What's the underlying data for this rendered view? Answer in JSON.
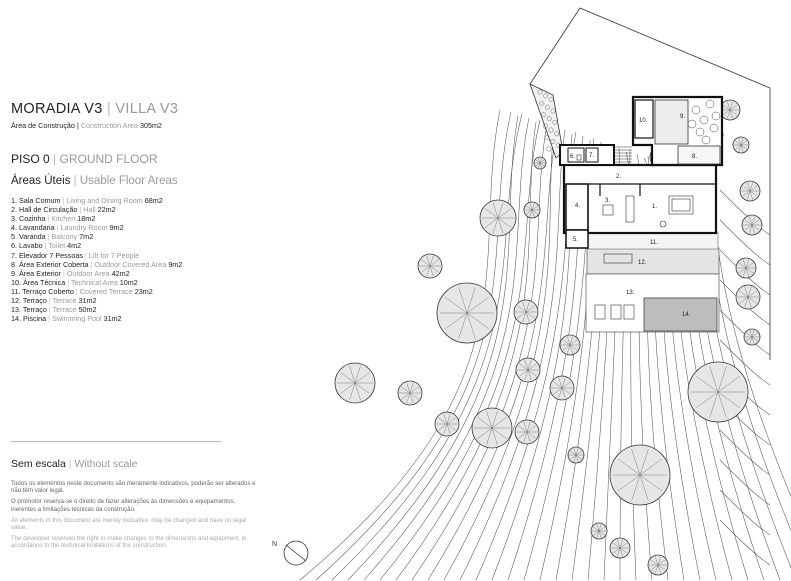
{
  "header": {
    "title_pt": "MORADIA V3",
    "title_en": "VILLA V3",
    "area_pt": "Área de Construção",
    "area_en": "Construction Area",
    "area_value": "305m2"
  },
  "floor": {
    "name_pt": "PISO 0",
    "name_en": "GROUND FLOOR"
  },
  "usable": {
    "heading_pt": "Áreas Úteis",
    "heading_en": "Usable Floor Areas"
  },
  "rooms": [
    {
      "num": "1.",
      "pt": "Sala Comum",
      "en": "Living and Dining Room",
      "area": "68m2"
    },
    {
      "num": "2.",
      "pt": "Hall de Circulação",
      "en": "Hall",
      "area": "22m2"
    },
    {
      "num": "3.",
      "pt": "Cozinha",
      "en": "Kitchen",
      "area": "18m2"
    },
    {
      "num": "4.",
      "pt": "Lavandaria",
      "en": "Laundry Room",
      "area": "9m2"
    },
    {
      "num": "5.",
      "pt": "Varanda",
      "en": "Balcony",
      "area": "7m2"
    },
    {
      "num": "6.",
      "pt": "Lavabo",
      "en": "Toilet",
      "area": "4m2"
    },
    {
      "num": "7.",
      "pt": "Elevador 7 Pessoas",
      "en": "Lift for 7 People",
      "area": ""
    },
    {
      "num": "8.",
      "pt": "Área Exterior Coberta",
      "en": "Outdoor Covered Area",
      "area": "9m2"
    },
    {
      "num": "9.",
      "pt": "Área Exterior",
      "en": "Outdoor Area",
      "area": "42m2"
    },
    {
      "num": "10.",
      "pt": "Área Técnica",
      "en": "Technical Area",
      "area": "10m2"
    },
    {
      "num": "11.",
      "pt": "Terraço Coberto",
      "en": "Covered Terrace",
      "area": "23m2"
    },
    {
      "num": "12.",
      "pt": "Terraço",
      "en": "Terrace",
      "area": "31m2"
    },
    {
      "num": "13.",
      "pt": "Terraço",
      "en": "Terrace",
      "area": "50m2"
    },
    {
      "num": "14.",
      "pt": "Piscina",
      "en": "Swimming Pool",
      "area": "31m2"
    }
  ],
  "scale": {
    "pt": "Sem escala",
    "en": "Without scale"
  },
  "notes": {
    "pt_1": "Todos os elementos neste documento são meramente indicativos, poderão ser alterados e não têm valor legal.",
    "pt_2": "O promotor reserva-se o direito de fazer alterações às dimensões e equipamentos, inerentes a limitações técnicas da construção.",
    "en_1": "All elements in this document are merely indicative, may be changed and have no legal value.",
    "en_2": "The developer reserves the right to make changes to the dimensions and equipment, in accordance to the technical limitations of the construction."
  },
  "compass": {
    "label": "N"
  },
  "plan_labels": {
    "r1": "1.",
    "r2": "2.",
    "r3": "3.",
    "r4": "4.",
    "r5": "5.",
    "r6": "6.",
    "r7": "7.",
    "r8": "8.",
    "r9": "9.",
    "r10": "10.",
    "r11": "11.",
    "r12": "12.",
    "r13": "13.",
    "r14": "14."
  },
  "colors": {
    "text": "#222222",
    "secondary": "#999999",
    "wall": "#111111",
    "tree_fill": "#e6e6e6",
    "pool": "#bdbdbd",
    "terrace": "#e4e4e4"
  }
}
